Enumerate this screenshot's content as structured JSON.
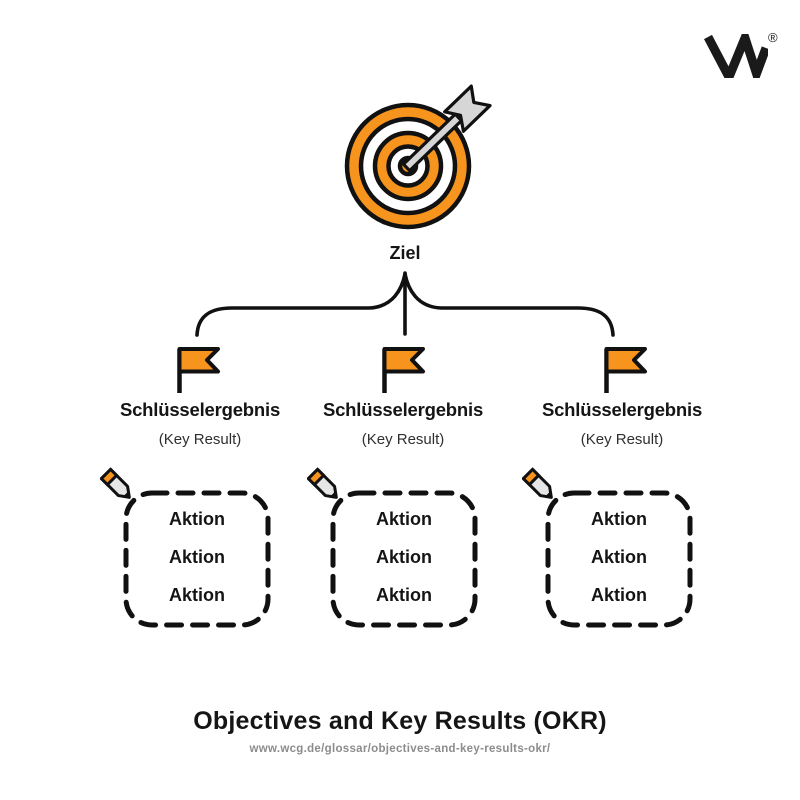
{
  "brand": {
    "logo_letter": "W",
    "registered_mark": "®"
  },
  "colors": {
    "accent_orange": "#F7941D",
    "ink_black": "#111111",
    "arrow_gray": "#D6D6D6",
    "url_gray": "#8C8C8C"
  },
  "objective": {
    "label": "Ziel",
    "icon": "target-arrow-icon"
  },
  "key_results": [
    {
      "icon": "flag-icon",
      "label": "Schlüsselergebnis",
      "sublabel": "(Key Result)",
      "action_icon": "pencil-icon",
      "actions": [
        "Aktion",
        "Aktion",
        "Aktion"
      ]
    },
    {
      "icon": "flag-icon",
      "label": "Schlüsselergebnis",
      "sublabel": "(Key Result)",
      "action_icon": "pencil-icon",
      "actions": [
        "Aktion",
        "Aktion",
        "Aktion"
      ]
    },
    {
      "icon": "flag-icon",
      "label": "Schlüsselergebnis",
      "sublabel": "(Key Result)",
      "action_icon": "pencil-icon",
      "actions": [
        "Aktion",
        "Aktion",
        "Aktion"
      ]
    }
  ],
  "footer": {
    "title": "Objectives and Key Results (OKR)",
    "url": "www.wcg.de/glossar/objectives-and-key-results-okr/"
  }
}
